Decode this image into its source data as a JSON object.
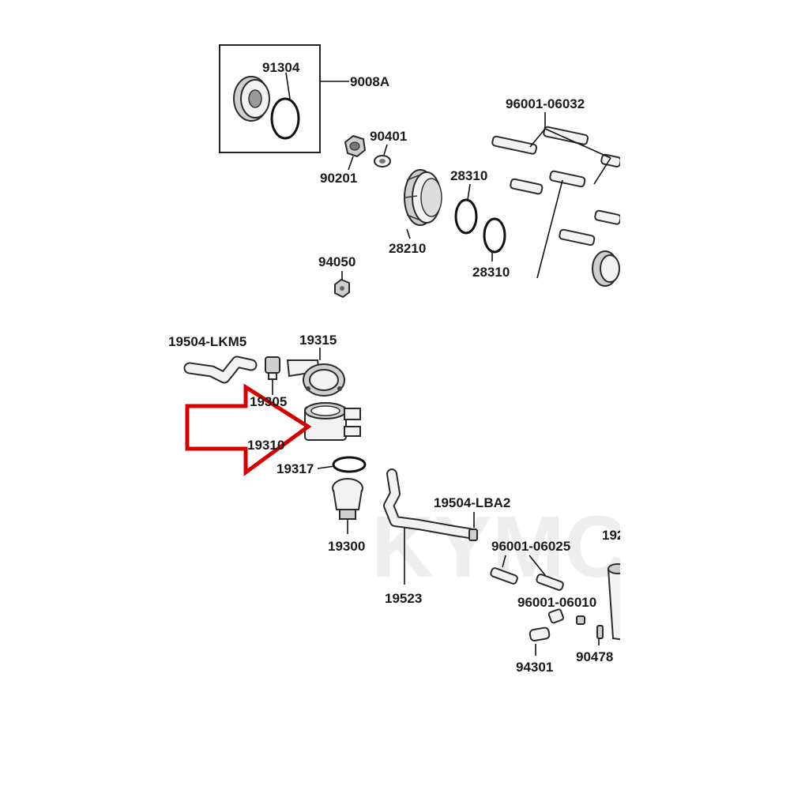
{
  "diagram": {
    "callouts": [
      {
        "id": "91304",
        "text": "91304"
      },
      {
        "id": "9008A",
        "text": "9008A"
      },
      {
        "id": "96001-06032",
        "text": "96001-06032"
      },
      {
        "id": "90401",
        "text": "90401"
      },
      {
        "id": "90201",
        "text": "90201"
      },
      {
        "id": "28310a",
        "text": "28310"
      },
      {
        "id": "28210",
        "text": "28210"
      },
      {
        "id": "28310b",
        "text": "28310"
      },
      {
        "id": "94050",
        "text": "94050"
      },
      {
        "id": "19504-LKM5",
        "text": "19504-LKM5"
      },
      {
        "id": "19315",
        "text": "19315"
      },
      {
        "id": "19305",
        "text": "19305"
      },
      {
        "id": "19310",
        "text": "19310"
      },
      {
        "id": "19317",
        "text": "19317"
      },
      {
        "id": "19504-LBA2",
        "text": "19504-LBA2"
      },
      {
        "id": "19300",
        "text": "19300"
      },
      {
        "id": "96001-06025",
        "text": "96001-06025"
      },
      {
        "id": "19523",
        "text": "19523"
      },
      {
        "id": "96001-06010",
        "text": "96001-06010"
      },
      {
        "id": "94301",
        "text": "94301"
      },
      {
        "id": "90478",
        "text": "90478"
      },
      {
        "id": "19xx",
        "text": "192"
      }
    ],
    "watermark": "KYMCO",
    "colors": {
      "arrow": "#d40000",
      "line": "#111111",
      "part_fill": "#f2f2f2"
    },
    "icons": {
      "pointer": "red-outline-arrow-icon"
    }
  }
}
